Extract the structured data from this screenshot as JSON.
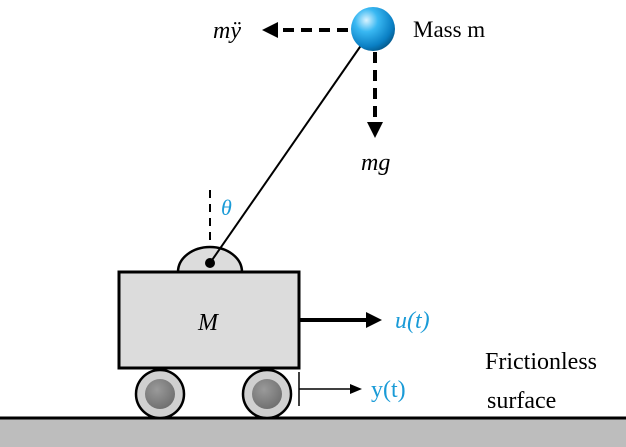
{
  "labels": {
    "inertial_force": "mÿ",
    "mass_label": "Mass m",
    "gravity": "mg",
    "angle": "θ",
    "cart_mass": "M",
    "input_force": "u(t)",
    "displacement": "y(t)",
    "surface_line1": "Frictionless",
    "surface_line2": "surface"
  },
  "colors": {
    "accent": "#1a9bd7",
    "ball": "#1e9fe0",
    "cart_fill": "#dcdcdc",
    "ground_fill": "#bdbdbd",
    "stroke": "#000000"
  }
}
